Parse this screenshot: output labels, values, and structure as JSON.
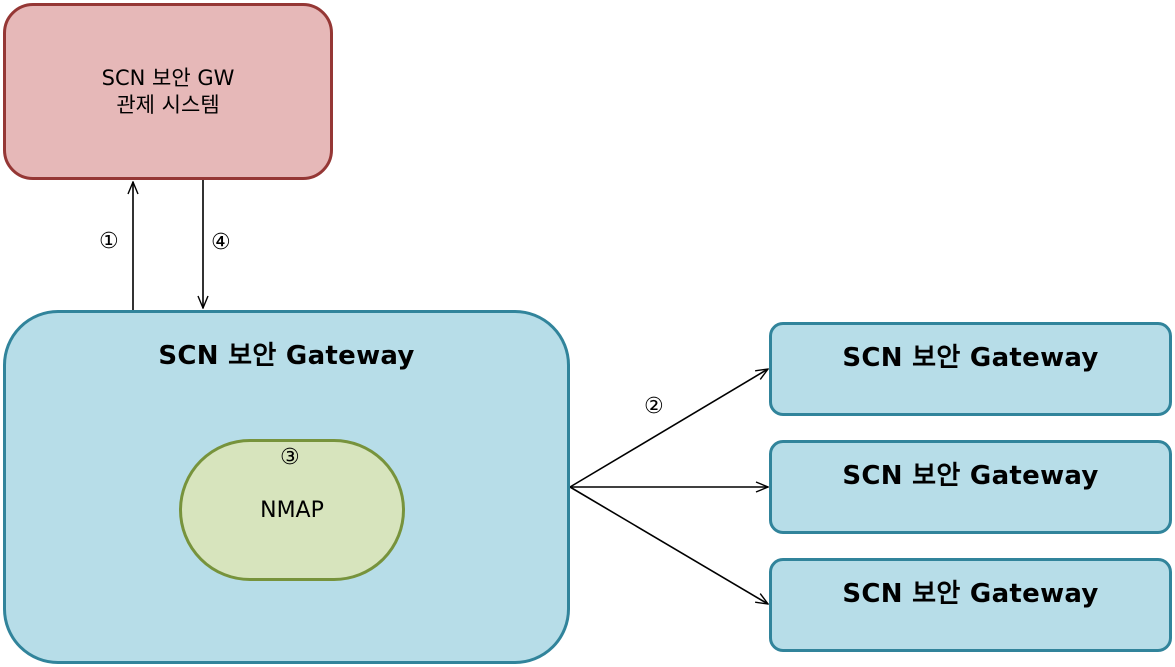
{
  "control_system": {
    "line1": "SCN 보안 GW",
    "line2": "관제 시스템"
  },
  "main_gateway": {
    "title": "SCN 보안 Gateway"
  },
  "nmap": {
    "label": "NMAP"
  },
  "peer_gateways": [
    {
      "title": "SCN 보안 Gateway"
    },
    {
      "title": "SCN 보안 Gateway"
    },
    {
      "title": "SCN 보안 Gateway"
    }
  ],
  "steps": {
    "s1": "①",
    "s2": "②",
    "s3": "③",
    "s4": "④"
  },
  "colors": {
    "control_fill": "#e6b8b8",
    "control_border": "#953735",
    "gateway_fill": "#b7dde8",
    "gateway_border": "#31849b",
    "nmap_fill": "#d7e4bd",
    "nmap_border": "#77933c"
  }
}
